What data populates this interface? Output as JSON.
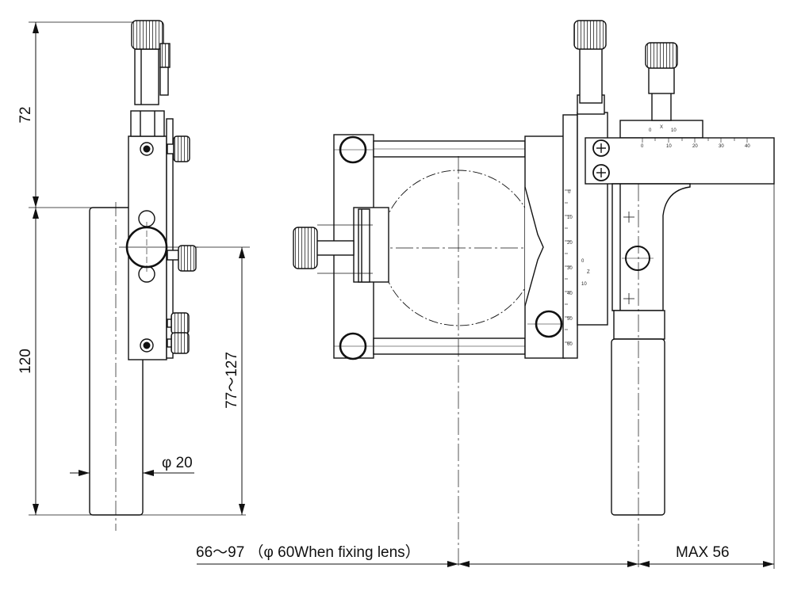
{
  "dimensions": {
    "overall_top": "72",
    "lower_height": "120",
    "adjust_range": "77～127",
    "rod_diameter": "φ 20",
    "lens_range": "66～97 （φ 60When fixing lens）",
    "max_travel": "MAX 56"
  },
  "scales": {
    "x_scale_ticks": [
      "0",
      "10",
      "20",
      "30",
      "40"
    ],
    "x_vernier_ticks": [
      "0",
      "X",
      "10"
    ],
    "z_scale_ticks": [
      "0",
      "10",
      "20",
      "30",
      "40",
      "50",
      "60"
    ],
    "z_vernier_ticks": [
      "0",
      "Z",
      "10"
    ]
  }
}
